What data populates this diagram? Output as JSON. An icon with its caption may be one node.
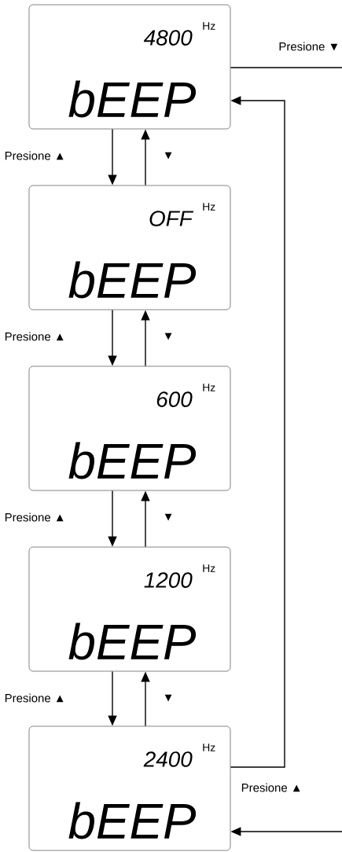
{
  "diagram": {
    "nodes": [
      {
        "text": [
          "4800",
          "Hz",
          "bEEP"
        ]
      },
      {
        "text": [
          "OFF",
          "Hz",
          "bEEP"
        ]
      },
      {
        "text": [
          "600",
          "Hz",
          "bEEP"
        ]
      },
      {
        "text": [
          "1200",
          "Hz",
          "bEEP"
        ]
      },
      {
        "text": [
          "2400",
          "Hz",
          "bEEP"
        ]
      }
    ],
    "edges": [
      {
        "from": 0,
        "to": null,
        "arrow": "none",
        "label": "Presione ▼"
      },
      {
        "from": 0,
        "to": 1,
        "arrow": "to",
        "label": "Presione ▲"
      },
      {
        "from": 1,
        "to": 0,
        "arrow": "to",
        "label": "▼"
      },
      {
        "from": 1,
        "to": 2,
        "arrow": "to",
        "label": "Presione ▲"
      },
      {
        "from": 2,
        "to": 1,
        "arrow": "to",
        "label": "▼"
      },
      {
        "from": 2,
        "to": 3,
        "arrow": "to",
        "label": "Presione ▲"
      },
      {
        "from": 3,
        "to": 2,
        "arrow": "to",
        "label": "▼"
      },
      {
        "from": 3,
        "to": 4,
        "arrow": "to",
        "label": "Presione ▲"
      },
      {
        "from": 4,
        "to": 3,
        "arrow": "to",
        "label": "▼"
      },
      {
        "from": 4,
        "to": 0,
        "arrow": "to",
        "label": "Presione ▲"
      },
      {
        "from": null,
        "to": 4,
        "arrow": "to"
      }
    ]
  }
}
